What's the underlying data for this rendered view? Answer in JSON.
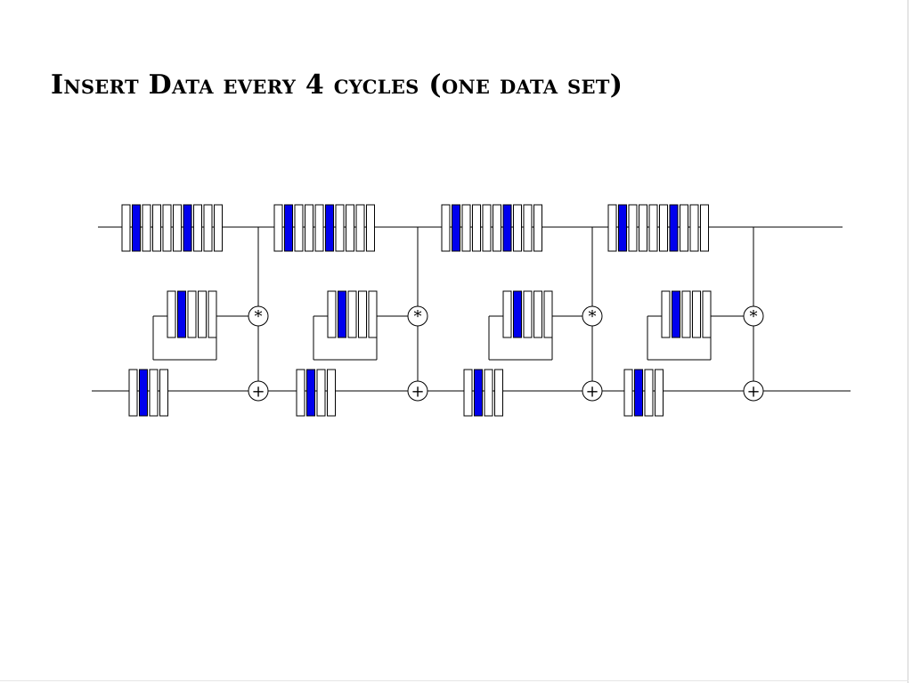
{
  "title": "Insert Data every 4 cycles (one data set)",
  "colors": {
    "active_cell": "#0000ee",
    "line": "#000000",
    "background": "#ffffff"
  },
  "operators": {
    "multiply": "*",
    "add": "+"
  },
  "stages": [
    {
      "top_register": [
        0,
        1,
        0,
        0,
        0,
        0,
        1,
        0,
        0,
        0
      ],
      "coefficient_register": [
        0,
        1,
        0,
        0,
        0
      ],
      "output_register": [
        0,
        1,
        0,
        0
      ]
    },
    {
      "top_register": [
        0,
        1,
        0,
        0,
        0,
        1,
        0,
        0,
        0,
        0
      ],
      "coefficient_register": [
        0,
        1,
        0,
        0,
        0
      ],
      "output_register": [
        0,
        1,
        0,
        0
      ]
    },
    {
      "top_register": [
        0,
        1,
        0,
        0,
        0,
        0,
        1,
        0,
        0,
        0
      ],
      "coefficient_register": [
        0,
        1,
        0,
        0,
        0
      ],
      "output_register": [
        0,
        1,
        0,
        0
      ]
    },
    {
      "top_register": [
        0,
        1,
        0,
        0,
        0,
        0,
        1,
        0,
        0,
        0
      ],
      "coefficient_register": [
        0,
        1,
        0,
        0,
        0
      ],
      "output_register": [
        0,
        1,
        0,
        0
      ]
    }
  ]
}
